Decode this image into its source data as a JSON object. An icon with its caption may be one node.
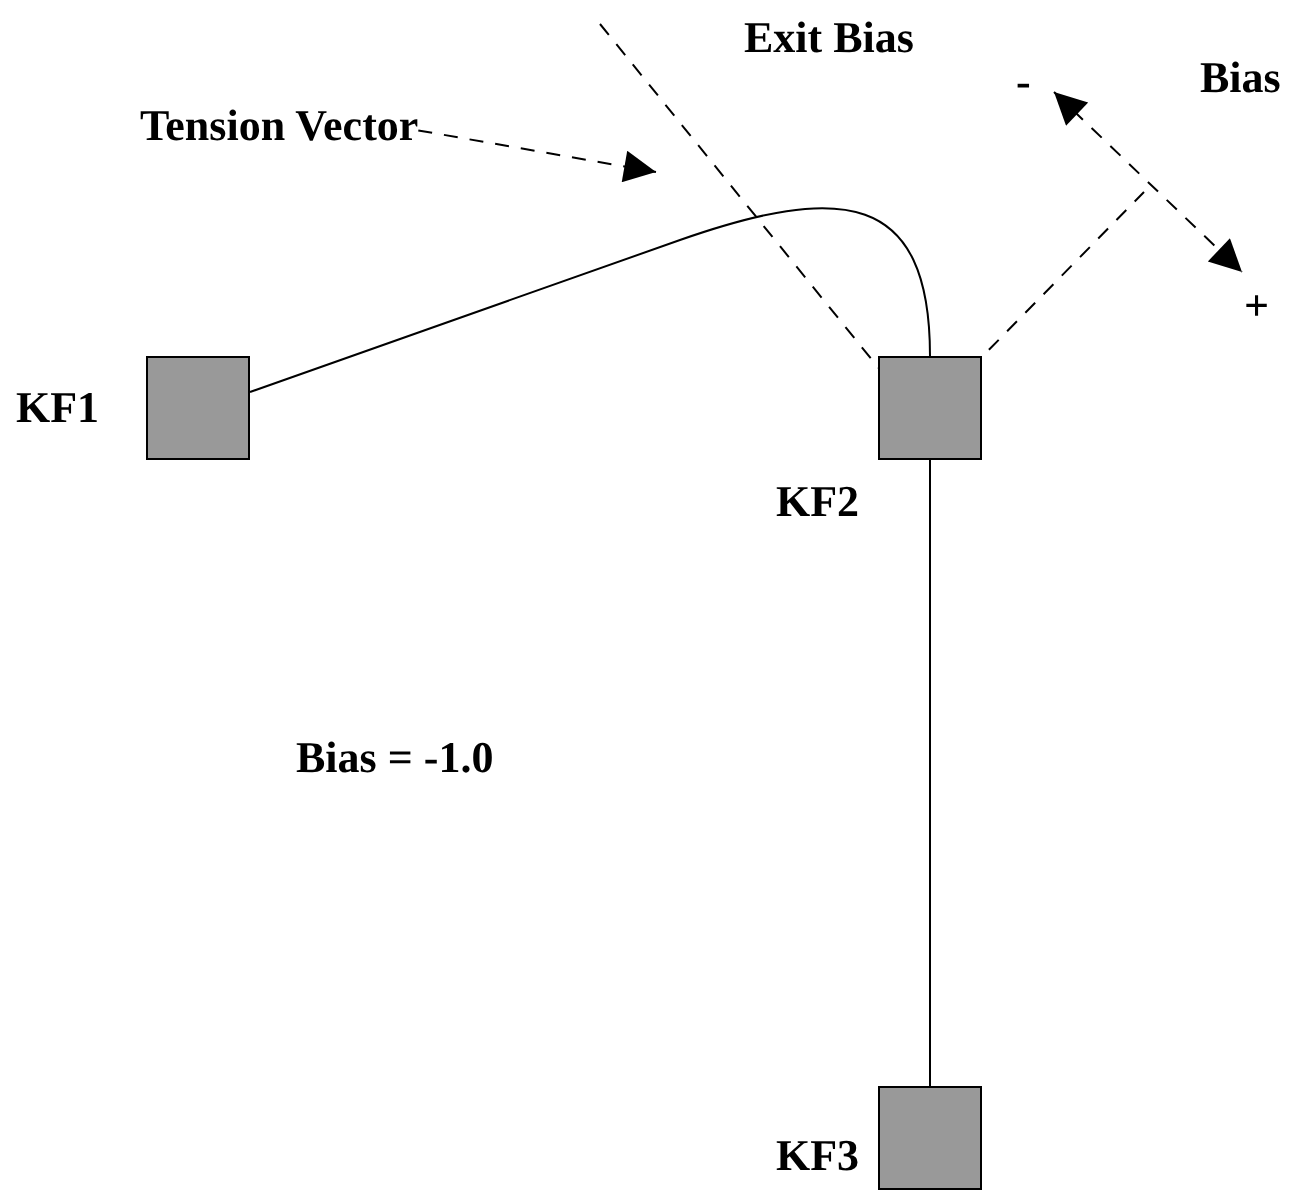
{
  "diagram": {
    "nodes": [
      {
        "text": [],
        "shape": "box",
        "beside": [
          "KF1"
        ]
      },
      {
        "text": [],
        "shape": "box",
        "beside": [
          "KF2"
        ]
      },
      {
        "text": [],
        "shape": "box",
        "beside": [
          "KF3"
        ]
      },
      {
        "text": [
          "Tension Vector"
        ]
      }
    ],
    "edges": [
      {
        "from": 0,
        "to": 1,
        "arrow": "none"
      },
      {
        "from": 1,
        "to": 2,
        "arrow": "none"
      },
      {
        "from": 3,
        "to": null,
        "arrow": "to",
        "style": "dashed"
      }
    ],
    "labels": [
      "Exit Bias",
      "-",
      "Bias",
      "+",
      "Bias = -1.0"
    ]
  }
}
